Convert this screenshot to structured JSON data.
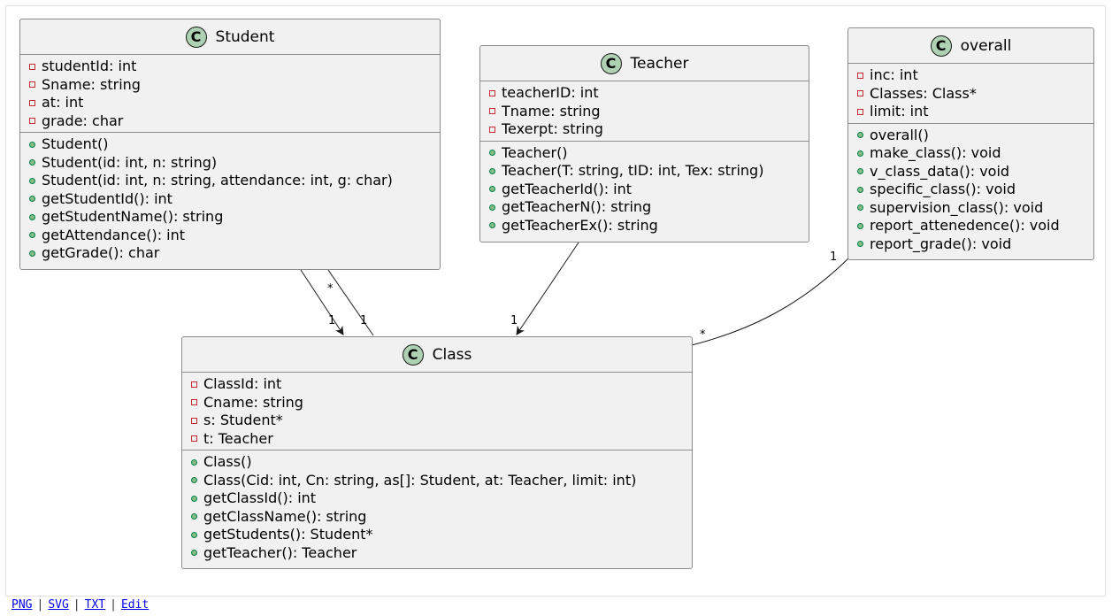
{
  "classes": {
    "student": {
      "name": "Student",
      "badge": "C",
      "fields": [
        "studentId: int",
        "Sname: string",
        "at: int",
        "grade: char"
      ],
      "methods": [
        "Student()",
        "Student(id: int, n: string)",
        "Student(id: int, n: string, attendance: int, g: char)",
        "getStudentId(): int",
        "getStudentName(): string",
        "getAttendance(): int",
        "getGrade(): char"
      ]
    },
    "teacher": {
      "name": "Teacher",
      "badge": "C",
      "fields": [
        "teacherID: int",
        "Tname: string",
        "Texerpt: string"
      ],
      "methods": [
        "Teacher()",
        "Teacher(T: string, tID: int, Tex: string)",
        "getTeacherId(): int",
        "getTeacherN(): string",
        "getTeacherEx(): string"
      ]
    },
    "overall": {
      "name": "overall",
      "badge": "C",
      "fields": [
        "inc: int",
        "Classes: Class*",
        "limit: int"
      ],
      "methods": [
        "overall()",
        "make_class(): void",
        "v_class_data(): void",
        "specific_class(): void",
        "supervision_class(): void",
        "report_attenedence(): void",
        "report_grade(): void"
      ]
    },
    "class": {
      "name": "Class",
      "badge": "C",
      "fields": [
        "ClassId: int",
        "Cname: string",
        "s: Student*",
        "t: Teacher"
      ],
      "methods": [
        "Class()",
        "Class(Cid: int, Cn: string, as[]: Student, at: Teacher, limit: int)",
        "getClassId(): int",
        "getClassName(): string",
        "getStudents(): Student*",
        "getTeacher(): Teacher"
      ]
    }
  },
  "multiplicities": {
    "student_class_arrow_end": "1",
    "student_class_line_start": "*",
    "student_class_line_end": "1",
    "teacher_class_arrow_end": "1",
    "overall_end": "1",
    "class_end": "*"
  },
  "footer_links": [
    "PNG",
    "SVG",
    "TXT",
    "Edit"
  ]
}
